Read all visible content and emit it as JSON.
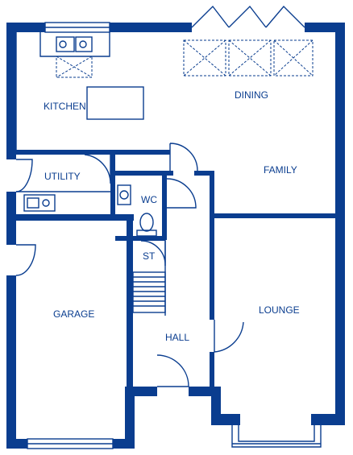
{
  "rooms": {
    "kitchen": "KITCHEN",
    "dining": "DINING",
    "utility": "UTILITY",
    "family": "FAMILY",
    "wc": "WC",
    "st": "ST",
    "garage": "GARAGE",
    "lounge": "LOUNGE",
    "hall": "HALL"
  },
  "colors": {
    "wall": "#0a3d8f",
    "background": "#ffffff"
  }
}
